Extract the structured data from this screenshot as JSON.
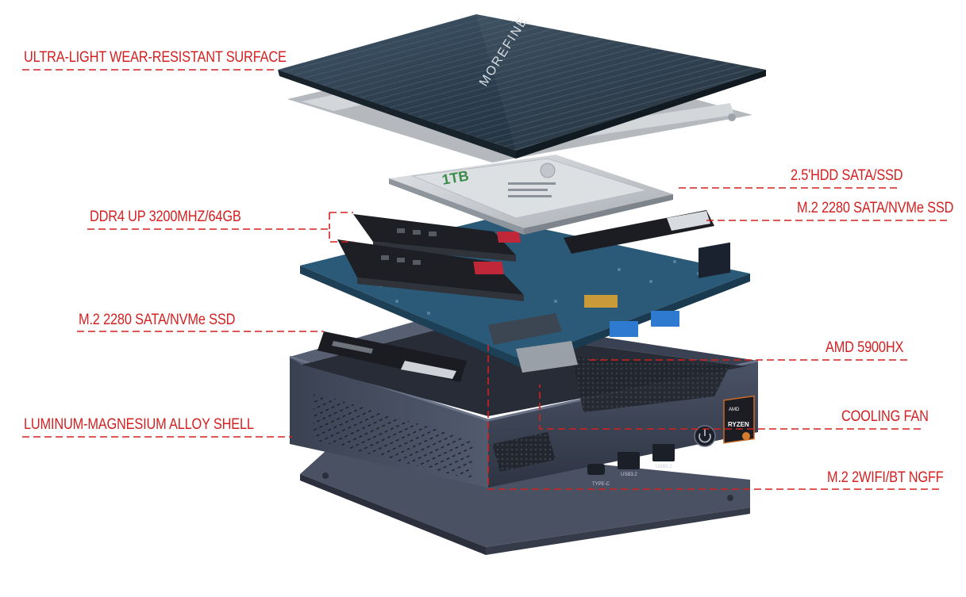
{
  "product": {
    "brand": "MOREFINE",
    "hdd_capacity": "1TB",
    "chip_brand": "AMD",
    "chip_series": "RYZEN",
    "port_type_c": "TYPE-C",
    "port_usb_left": "USB3.2",
    "port_usb_right": "USB3.2"
  },
  "callouts": {
    "surface": "ULTRA-LIGHT WEAR-RESISTANT SURFACE",
    "ddr4": "DDR4 UP 3200MHZ/64GB",
    "m2_left": "M.2 2280 SATA/NVMe SSD",
    "shell": "LUMINUM-MAGNESIUM ALLOY SHELL",
    "hdd": "2.5'HDD SATA/SSD",
    "m2_right": "M.2 2280 SATA/NVMe SSD",
    "cpu": "AMD 5900HX",
    "fan": "COOLING FAN",
    "wifi": "M.2 2WIFI/BT NGFF"
  },
  "colors": {
    "callout_red": "#d42020",
    "lid": "#2c3e4d",
    "chassis": "#3d4555",
    "pcb": "#2a5a78",
    "hdd": "#c8ccd0",
    "ram": "#1d1f24",
    "ram_label": "#c0283a"
  }
}
